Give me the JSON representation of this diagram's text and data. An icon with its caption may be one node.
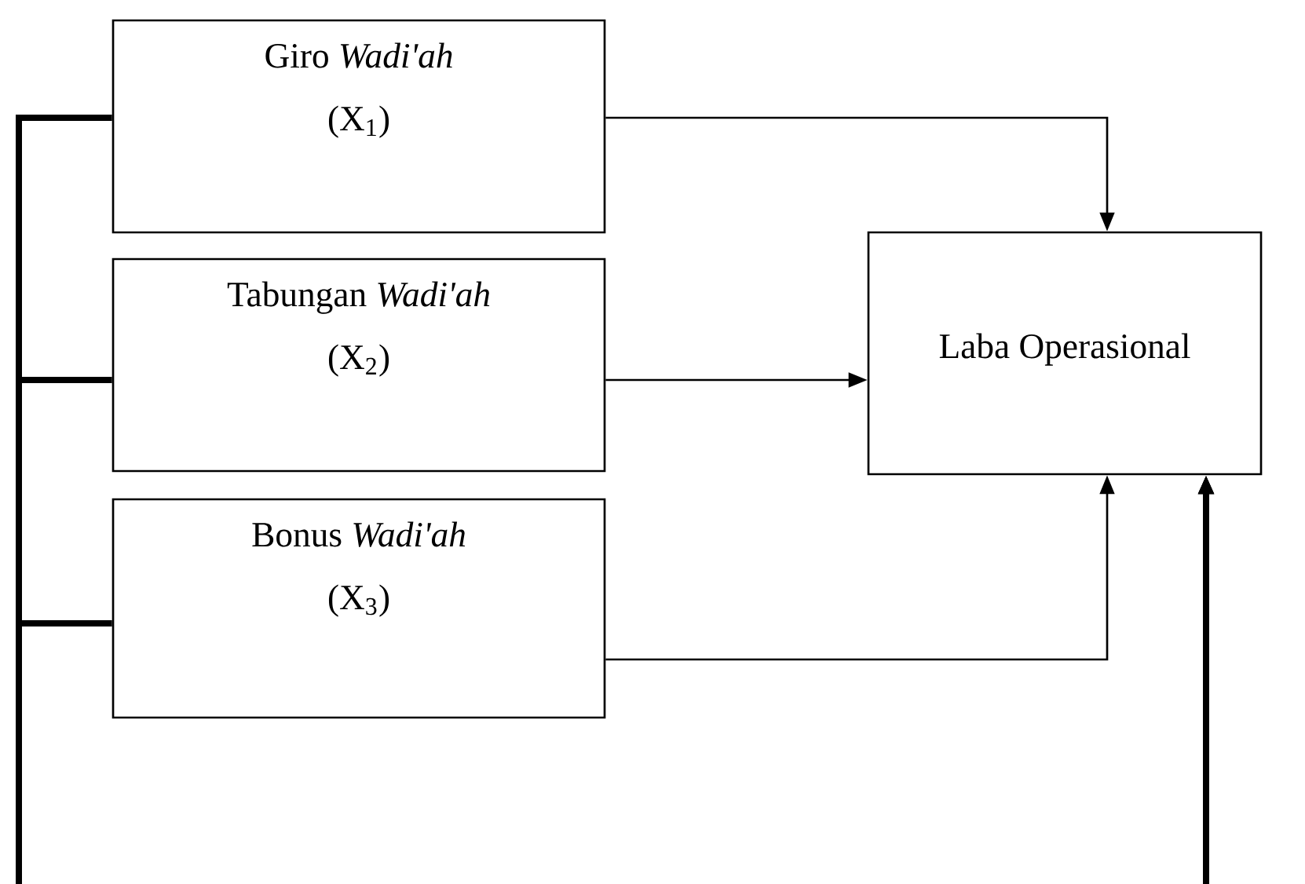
{
  "diagram": {
    "nodes": [
      {
        "text": [
          "Giro *Wadi'ah*",
          "(X$_{1}$)"
        ]
      },
      {
        "text": [
          "Tabungan *Wadi'ah*",
          "(X$_{2}$)"
        ]
      },
      {
        "text": [
          "Bonus *Wadi'ah*",
          "(X$_{3}$)"
        ]
      },
      {
        "text": [
          "Laba Operasional"
        ]
      }
    ],
    "edges": [
      {
        "from": 0,
        "to": 3,
        "arrow": "to"
      },
      {
        "from": 1,
        "to": 3,
        "arrow": "to"
      },
      {
        "from": 2,
        "to": 3,
        "arrow": "to"
      },
      {
        "from": 0,
        "to": 3,
        "arrow": "to",
        "style": "thick"
      },
      {
        "from": 1,
        "to": 3,
        "arrow": "to",
        "style": "thick"
      },
      {
        "from": 2,
        "to": 3,
        "arrow": "to",
        "style": "thick"
      }
    ]
  }
}
